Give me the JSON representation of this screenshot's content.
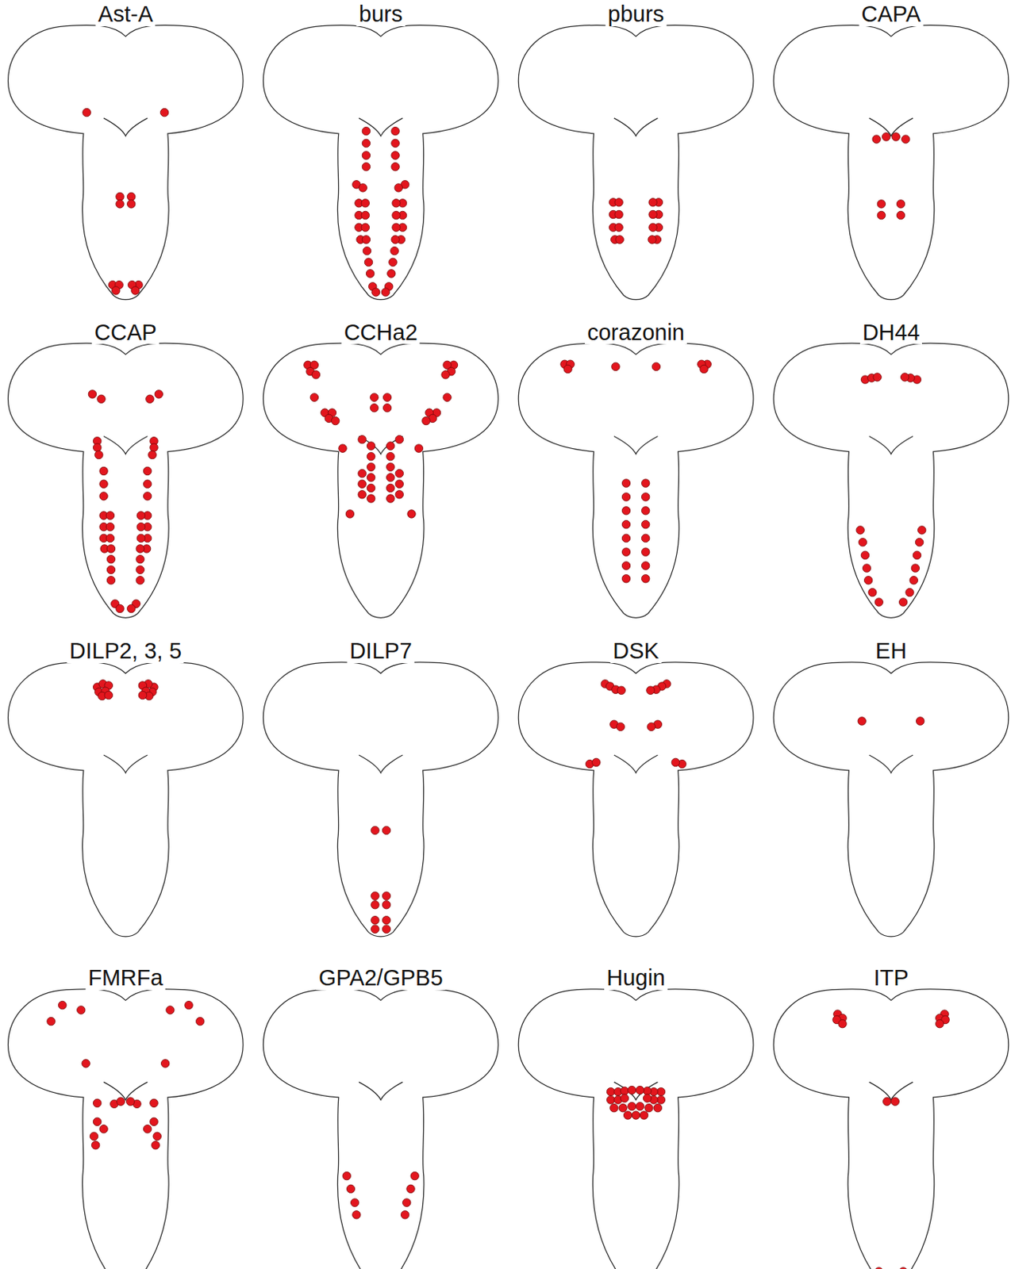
{
  "diagram": {
    "labels": [
      "Ast-A",
      "burs",
      "pburs",
      "CAPA",
      "CCAP",
      "CCHa2",
      "corazonin",
      "DH44",
      "DILP2, 3, 5",
      "DILP7",
      "DSK",
      "EH",
      "FMRFa",
      "GPA2/GPB5",
      "Hugin",
      "ITP"
    ]
  }
}
